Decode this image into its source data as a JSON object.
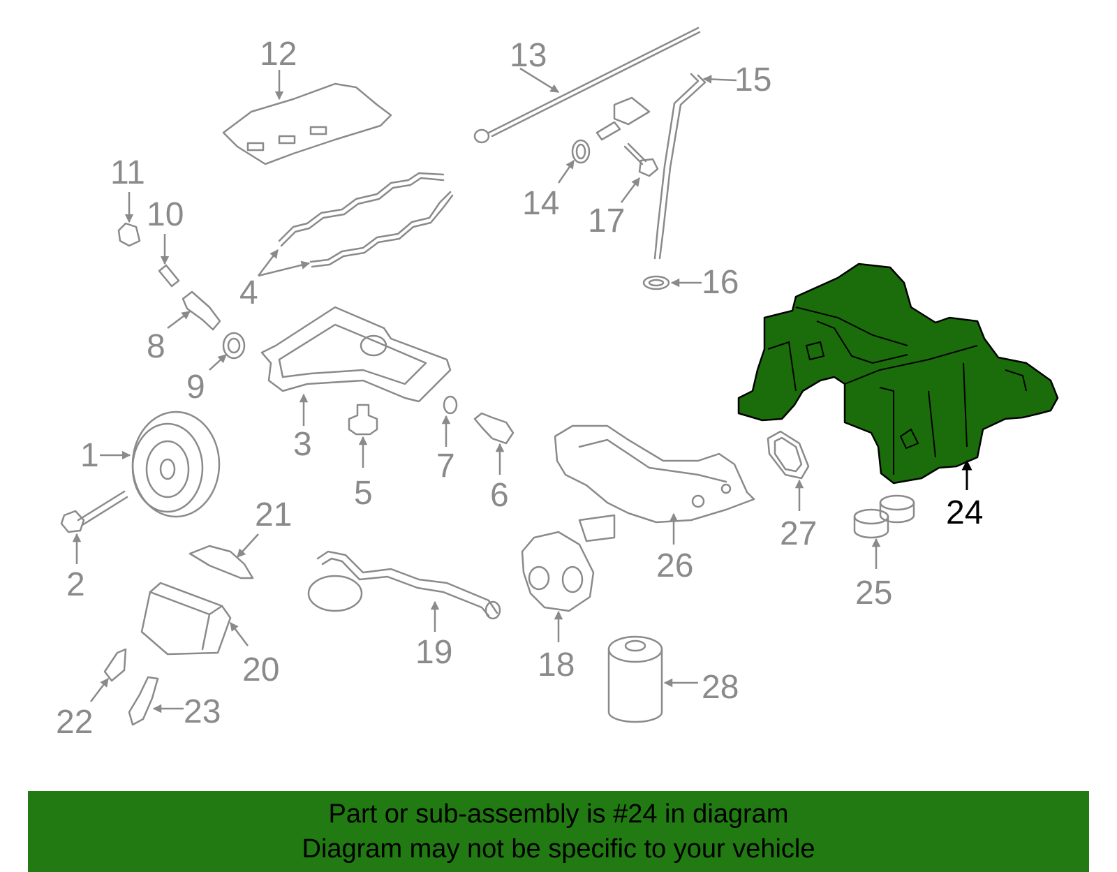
{
  "colors": {
    "highlight": "#1b6d0b",
    "banner": "#217a12",
    "line": "#8a8a8a",
    "label_highlight": "#000000"
  },
  "labels": {
    "p1": "1",
    "p2": "2",
    "p3": "3",
    "p4": "4",
    "p5": "5",
    "p6": "6",
    "p7": "7",
    "p8": "8",
    "p9": "9",
    "p10": "10",
    "p11": "11",
    "p12": "12",
    "p13": "13",
    "p14": "14",
    "p15": "15",
    "p16": "16",
    "p17": "17",
    "p18": "18",
    "p19": "19",
    "p20": "20",
    "p21": "21",
    "p22": "22",
    "p23": "23",
    "p24": "24",
    "p25": "25",
    "p26": "26",
    "p27": "27",
    "p28": "28"
  },
  "highlighted_part": "24",
  "banner": {
    "line1": "Part or sub-assembly is #24 in diagram",
    "line2": "Diagram may not be specific to your vehicle"
  }
}
